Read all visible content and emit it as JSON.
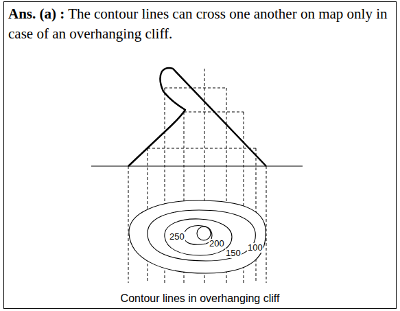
{
  "diagram": {
    "caption": "Contour lines in overhanging cliff",
    "labels": [
      "Ans. (a) :",
      "The contour lines can cross one another on map only in case of an overhanging cliff.",
      "250",
      "200",
      "150",
      "100"
    ]
  }
}
